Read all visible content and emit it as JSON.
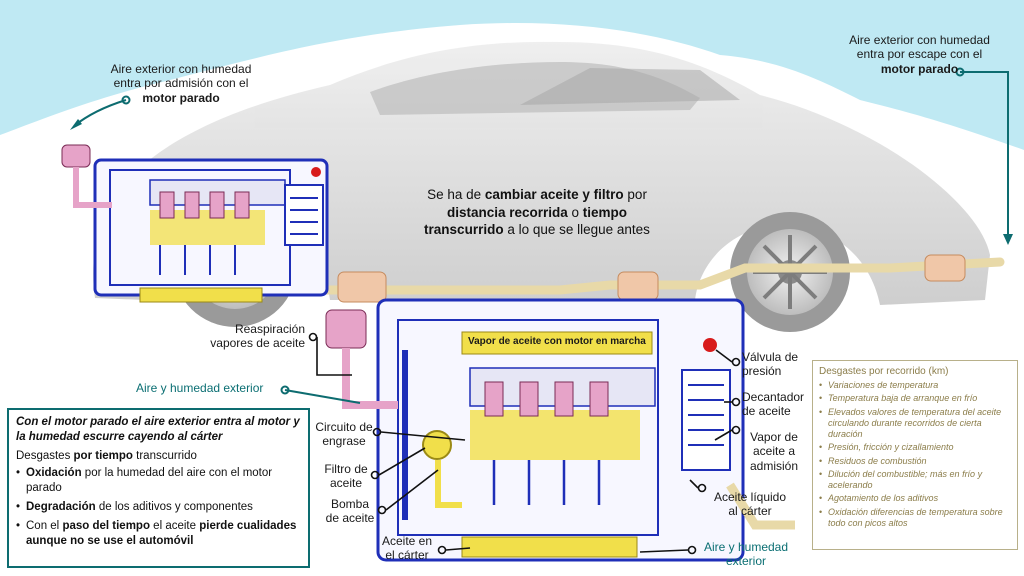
{
  "labels": {
    "intake_air_1": "Aire exterior con humedad",
    "intake_air_2": "entra por admisión con el",
    "intake_air_3": "motor parado",
    "exhaust_air_1": "Aire exterior con humedad",
    "exhaust_air_2": "entra por escape con el",
    "exhaust_air_3": "motor parado",
    "callout_1a": "Se ha de ",
    "callout_1b": "cambiar aceite y filtro",
    "callout_1c": " por",
    "callout_2a": "distancia recorrida",
    "callout_2b": " o ",
    "callout_2c": "tiempo",
    "callout_3a": "transcurrido",
    "callout_3b": " a lo que se llegue antes",
    "breather_1": "Reaspiración",
    "breather_2": "vapores de aceite",
    "air_humidity_ext": "Aire y humedad exterior",
    "oil_vapor": "Vapor de aceite con motor en marcha",
    "pressure_valve_1": "Válvula de",
    "pressure_valve_2": "presión",
    "oil_decanter_1": "Decantador",
    "oil_decanter_2": "de aceite",
    "vapor_intake_1": "Vapor de",
    "vapor_intake_2": "aceite a",
    "vapor_intake_3": "admisión",
    "grease_circuit_1": "Circuito de",
    "grease_circuit_2": "engrase",
    "oil_filter_1": "Filtro de",
    "oil_filter_2": "aceite",
    "oil_pump_1": "Bomba",
    "oil_pump_2": "de aceite",
    "liquid_oil_1": "Aceite líquido",
    "liquid_oil_2": "al cárter",
    "oil_sump_1": "Aceite en",
    "oil_sump_2": "el cárter",
    "air_humidity_ext2_1": "Aire y humedad",
    "air_humidity_ext2_2": "exterior"
  },
  "left_box": {
    "title": "Con el motor parado el aire exterior entra al motor y la humedad escurre cayendo al cárter",
    "subtitle_a": "Desgastes ",
    "subtitle_b": "por tiempo",
    "subtitle_c": " transcurrido",
    "item1_a": "Oxidación",
    "item1_b": "  por la humedad del aire con el motor parado",
    "item2_a": "Degradación",
    "item2_b": " de los aditivos y componentes",
    "item3_a": "Con el ",
    "item3_b": "paso del tiempo",
    "item3_c": " el aceite ",
    "item3_d": "pierde cualidades aunque no se use el automóvil"
  },
  "right_box": {
    "title": "Desgastes por recorrido (km)",
    "items": [
      "Variaciones de temperatura",
      "Temperatura  baja de arranque en frío",
      "Elevados valores de temperatura del aceite circulando durante recorridos de cierta duración",
      "Presión, fricción y cizallamiento",
      "Residuos de combustión",
      "Dilución del combustible; más en frío y acelerando",
      "Agotamiento de los aditivos",
      "Oxidación diferencias de temperatura sobre todo con picos altos"
    ]
  },
  "colors": {
    "sky": "#bfe9f3",
    "car_body": "#d9d9d9",
    "engine_blue": "#1f2fb8",
    "oil_yellow": "#f1df4a",
    "exhaust_pipe": "#e8d9a8",
    "air_teal": "#0d6c70",
    "cylinder_pink": "#e6a3c8",
    "valve_red": "#d81b1b",
    "right_box_text": "#8b7d4a"
  }
}
